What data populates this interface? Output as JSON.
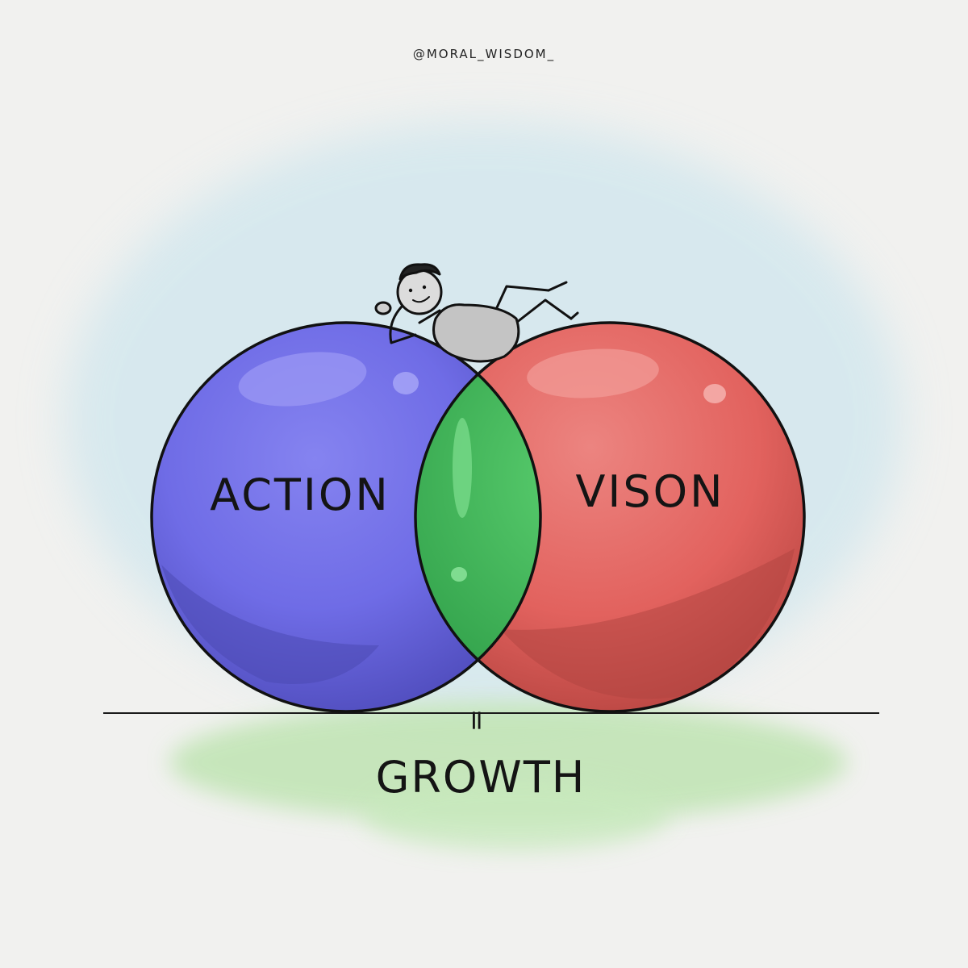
{
  "credit": "@MORAL_WISDOM_",
  "circles": {
    "left_label": "ACTION",
    "right_label": "VISON",
    "overlap_equals": "=",
    "result_label": "GROWTH"
  },
  "colors": {
    "paper": "#f1f1ef",
    "sky_wash": "#cfe6ee",
    "grass_wash": "#c3e6b7",
    "action_blue": "#6f6ce6",
    "vision_red": "#e46a66",
    "growth_green": "#3fb35a",
    "ink": "#111111",
    "figure_grey": "#c8c8c8"
  },
  "icons": {
    "figure": "reclining-stick-figure-icon"
  }
}
